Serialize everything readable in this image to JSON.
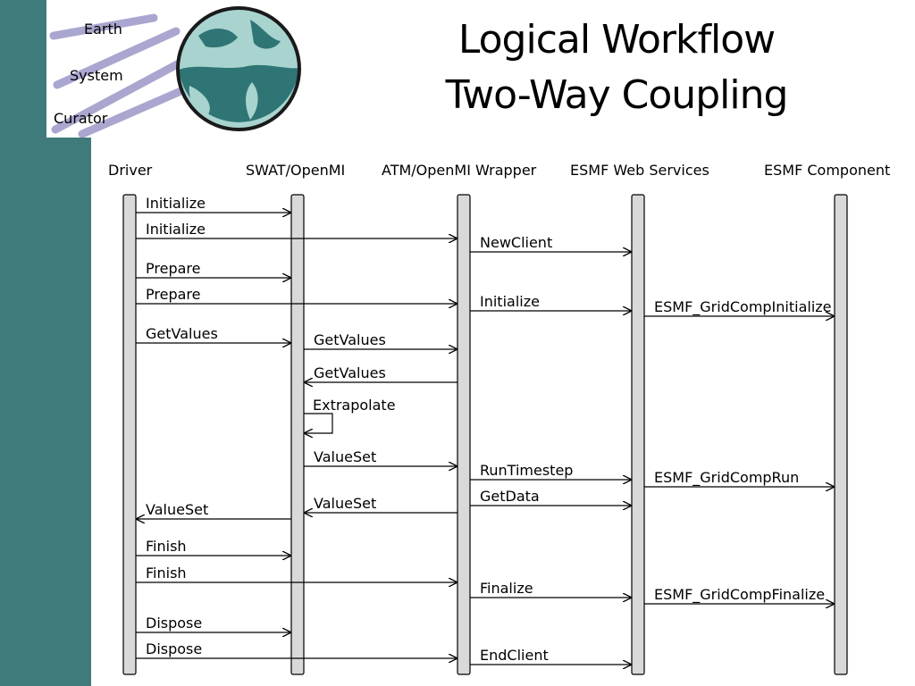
{
  "logo": {
    "line1": "Earth",
    "line2": "System",
    "line3": "Curator"
  },
  "title": {
    "line1": "Logical Workflow",
    "line2": "Two-Way Coupling"
  },
  "participants": [
    "Driver",
    "SWAT/OpenMI",
    "ATM/OpenMI Wrapper",
    "ESMF Web Services",
    "ESMF Component"
  ],
  "messages": [
    {
      "label": "Initialize",
      "from": 0,
      "to": 1
    },
    {
      "label": "Initialize",
      "from": 0,
      "to": 2
    },
    {
      "label": "NewClient",
      "from": 2,
      "to": 3
    },
    {
      "label": "Prepare",
      "from": 0,
      "to": 1
    },
    {
      "label": "Prepare",
      "from": 0,
      "to": 2
    },
    {
      "label": "Initialize",
      "from": 2,
      "to": 3
    },
    {
      "label": "ESMF_GridCompInitialize",
      "from": 3,
      "to": 4
    },
    {
      "label": "GetValues",
      "from": 0,
      "to": 1
    },
    {
      "label": "GetValues",
      "from": 1,
      "to": 2
    },
    {
      "label": "GetValues",
      "from": 2,
      "to": 1
    },
    {
      "label": "Extrapolate",
      "from": 1,
      "to": 1
    },
    {
      "label": "ValueSet",
      "from": 1,
      "to": 2
    },
    {
      "label": "RunTimestep",
      "from": 2,
      "to": 3
    },
    {
      "label": "ESMF_GridCompRun",
      "from": 3,
      "to": 4
    },
    {
      "label": "GetData",
      "from": 2,
      "to": 3
    },
    {
      "label": "ValueSet",
      "from": 2,
      "to": 1
    },
    {
      "label": "ValueSet",
      "from": 1,
      "to": 0
    },
    {
      "label": "Finish",
      "from": 0,
      "to": 1
    },
    {
      "label": "Finish",
      "from": 0,
      "to": 2
    },
    {
      "label": "Finalize",
      "from": 2,
      "to": 3
    },
    {
      "label": "ESMF_GridCompFinalize",
      "from": 3,
      "to": 4
    },
    {
      "label": "Dispose",
      "from": 0,
      "to": 1
    },
    {
      "label": "Dispose",
      "from": 0,
      "to": 2
    },
    {
      "label": "EndClient",
      "from": 2,
      "to": 3
    }
  ],
  "colors": {
    "sidebar": "#3f7b7b",
    "lifeline": "#d9d9d9",
    "globe_water": "#2f7575",
    "globe_land": "#a9d3cf",
    "logo_text": "#6b6b6b",
    "logo_brush": "#9b97c7"
  }
}
